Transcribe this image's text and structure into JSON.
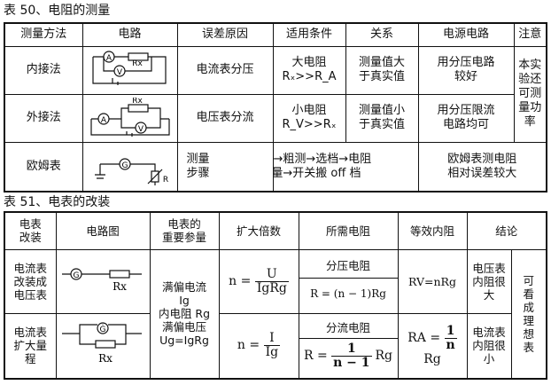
{
  "table50": {
    "title": "表 50、电阻的测量",
    "headers": [
      "测量方法",
      "电路",
      "误差原因",
      "适用条件",
      "关系",
      "电源电路",
      "注意"
    ],
    "rows": [
      {
        "method": "内接法",
        "error": "电流表分压",
        "cond_1": "大电阻",
        "cond_2": "Rₓ>>R_A",
        "relation_1": "测量值大",
        "relation_2": "于真实值",
        "power_1": "用分压电路",
        "power_2": "较好"
      },
      {
        "method": "外接法",
        "error": "电压表分流",
        "cond_1": "小电阻",
        "cond_2": "R_V>>Rₓ",
        "relation_1": "测量值小",
        "relation_2": "于真实值",
        "power_1": "用分压限流",
        "power_2": "电路均可"
      }
    ],
    "note": [
      "本实",
      "验还",
      "可测",
      "量功",
      "率"
    ],
    "ohm": {
      "method": "欧姆表",
      "steps_1": "测量",
      "steps_2": "步骤",
      "proc_1": "机械调零→粗测→选档→电阻",
      "proc_2": "调零→测量→开关搬 off 档",
      "remark_1": "欧姆表测电阻",
      "remark_2": "相对误差较大"
    },
    "symbols": {
      "ammeter": "A",
      "voltmeter": "V",
      "galvanometer": "G",
      "rx": "Rx",
      "r": "R"
    }
  },
  "table51": {
    "title": "表 51、电表的改装",
    "headers": {
      "meter_1": "电表",
      "meter_2": "改装",
      "circuit": "电路图",
      "params_1": "电表的",
      "params_2": "重要参量",
      "factor": "扩大倍数",
      "resistor": "所需电阻",
      "internal": "等效内阻",
      "conclusion": "结论"
    },
    "rows": [
      {
        "meter_1": "电流表",
        "meter_2": "改装成",
        "meter_3": "电压表",
        "res_label": "分压电阻",
        "concl_1": "电压表",
        "concl_2": "内阻很",
        "concl_3": "大"
      },
      {
        "meter_1": "电流表",
        "meter_2": "扩大量",
        "meter_3": "程",
        "res_label": "分流电阻",
        "concl_1": "电流表",
        "concl_2": "内阻很",
        "concl_3": "小"
      }
    ],
    "params": [
      "满偏电流",
      "Ig",
      "内电阻 Rg",
      "满偏电压",
      "Ug=IgRg"
    ],
    "final": [
      "可",
      "看",
      "成",
      "理",
      "想",
      "表"
    ],
    "formulas": {
      "n_u_num": "U",
      "n_u_den": "IgRg",
      "r_v": "R = (n − 1)Rg",
      "rv_eq": "RV=nRg",
      "n_i_num": "I",
      "n_i_den": "Ig",
      "r_a_num": "1",
      "r_a_den": "n − 1",
      "ra_num": "1",
      "ra_den": "n"
    }
  }
}
